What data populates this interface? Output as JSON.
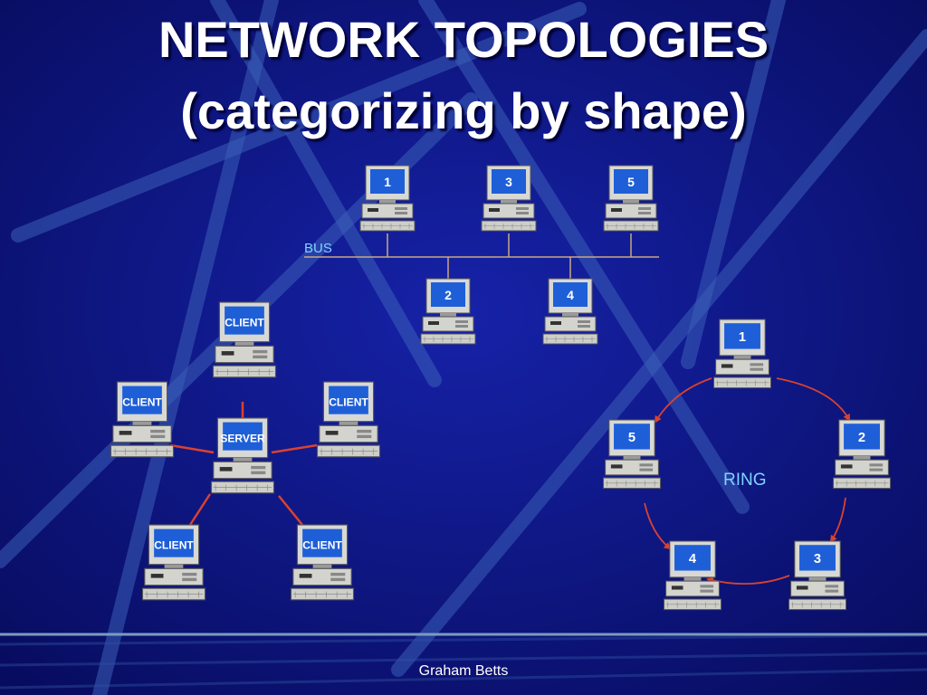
{
  "slide": {
    "title_line1": "NETWORK TOPOLOGIES",
    "title_line2": "(categorizing by shape)",
    "footer": "Graham Betts"
  },
  "colors": {
    "background": "#0a0f74",
    "accent_line": "#7a9cc0",
    "bus_wire": "#c9a882",
    "link": "#d9422f",
    "screen": "#1e5fd8",
    "label": "#7fd3ff"
  },
  "bus": {
    "label": "BUS",
    "computers": [
      {
        "label": "1",
        "side": "top"
      },
      {
        "label": "3",
        "side": "top"
      },
      {
        "label": "5",
        "side": "top"
      },
      {
        "label": "2",
        "side": "bottom"
      },
      {
        "label": "4",
        "side": "bottom"
      }
    ]
  },
  "star": {
    "server": {
      "label": "SERVER"
    },
    "clients": [
      {
        "label": "CLIENT"
      },
      {
        "label": "CLIENT"
      },
      {
        "label": "CLIENT"
      },
      {
        "label": "CLIENT"
      },
      {
        "label": "CLIENT"
      }
    ]
  },
  "ring": {
    "label": "RING",
    "computers": [
      {
        "label": "1"
      },
      {
        "label": "2"
      },
      {
        "label": "3"
      },
      {
        "label": "4"
      },
      {
        "label": "5"
      }
    ],
    "sequence": [
      "1",
      "2",
      "3",
      "4",
      "5",
      "1"
    ]
  }
}
